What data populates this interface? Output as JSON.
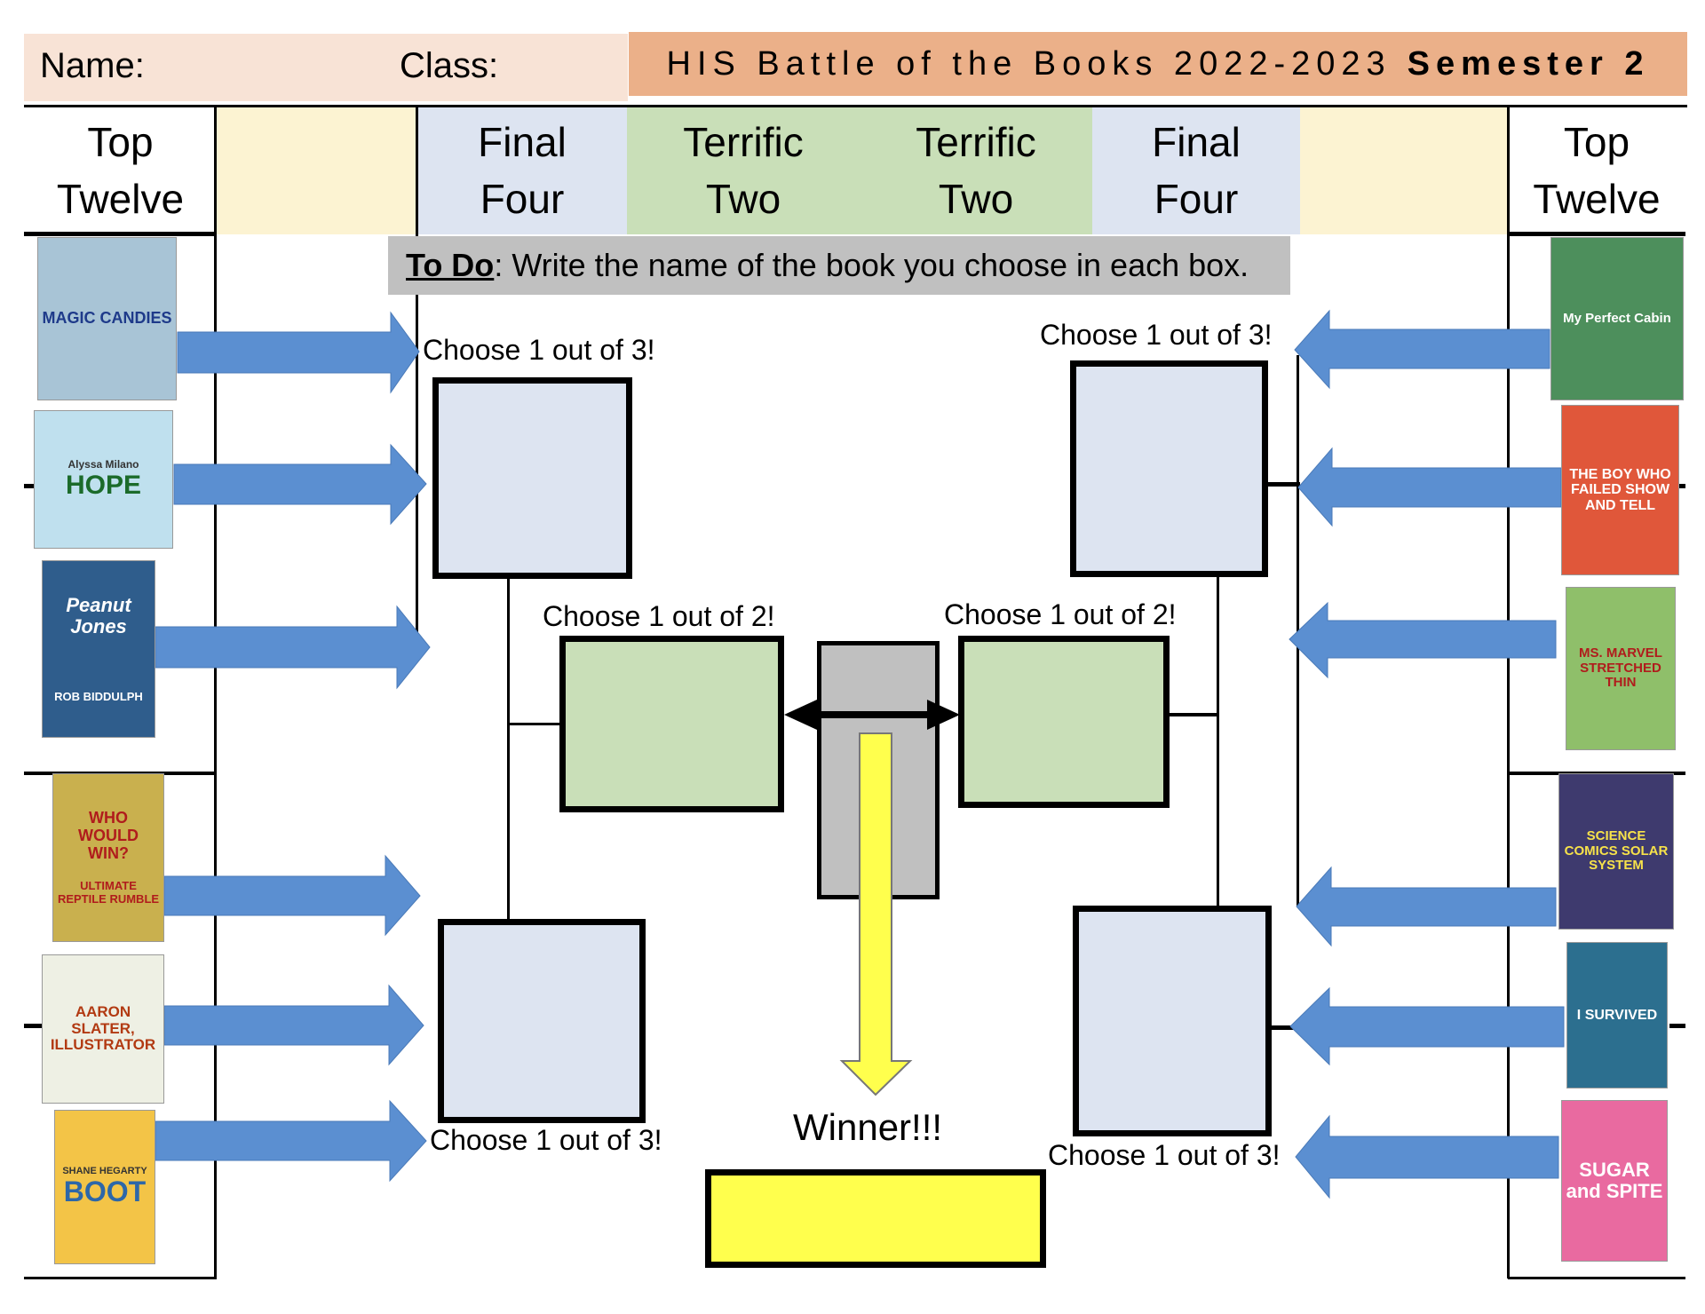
{
  "header": {
    "name_label": "Name:",
    "class_label": "Class:",
    "title": "HIS Battle of the Books 2022-2023",
    "semester": "Semester 2"
  },
  "columns": {
    "top_twelve_left": [
      "Top",
      "Twelve"
    ],
    "final_four_left": [
      "Final",
      "Four"
    ],
    "terrific_two_left": [
      "Terrific",
      "Two"
    ],
    "terrific_two_right": [
      "Terrific",
      "Two"
    ],
    "final_four_right": [
      "Final",
      "Four"
    ],
    "top_twelve_right": [
      "Top",
      "Twelve"
    ]
  },
  "todo": {
    "label": "To Do",
    "text": ": Write the name of the book you choose in each box."
  },
  "labels": {
    "choose3": "Choose 1 out of 3!",
    "choose2": "Choose 1 out of 2!",
    "winner": "Winner!!!"
  },
  "books_left": [
    {
      "title": "MAGIC CANDIES",
      "color": "#a8c4d6"
    },
    {
      "title": "HOPE",
      "subtitle": "Alyssa Milano",
      "color": "#bfe0ee"
    },
    {
      "title": "Peanut Jones",
      "subtitle": "ROB BIDDULPH",
      "color": "#2f5d8c"
    },
    {
      "title": "WHO WOULD WIN?",
      "subtitle": "ULTIMATE REPTILE RUMBLE",
      "color": "#c9b04e"
    },
    {
      "title": "AARON SLATER, ILLUSTRATOR",
      "color": "#eef0e4"
    },
    {
      "title": "BOOT",
      "subtitle": "SHANE HEGARTY",
      "color": "#f3c447"
    }
  ],
  "books_right": [
    {
      "title": "My Perfect Cabin",
      "color": "#4d8f5c"
    },
    {
      "title": "THE BOY WHO FAILED SHOW AND TELL",
      "color": "#e0573a"
    },
    {
      "title": "MS. MARVEL STRETCHED THIN",
      "color": "#8fbf6a"
    },
    {
      "title": "SCIENCE COMICS SOLAR SYSTEM",
      "color": "#3e3a6e"
    },
    {
      "title": "I SURVIVED",
      "color": "#2c6f8f"
    },
    {
      "title": "SUGAR and SPITE",
      "color": "#e96aa0"
    }
  ],
  "colors": {
    "final_four": "#dde4f1",
    "terrific_two": "#c9dfb8",
    "blank_column": "#fcf3d2",
    "arrow": "#5b8fd1",
    "winner": "#ffff4d",
    "todo_bg": "#c0c0c0"
  }
}
